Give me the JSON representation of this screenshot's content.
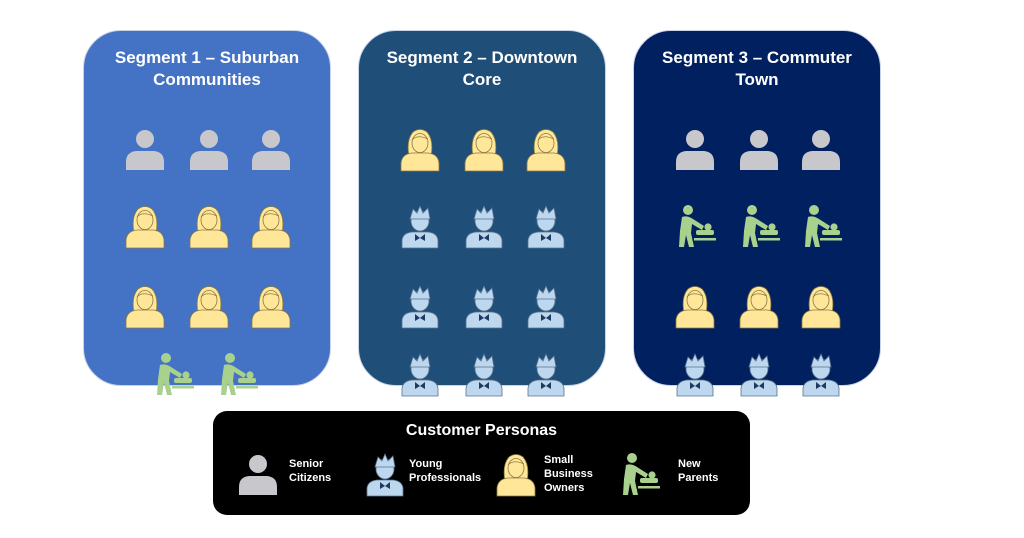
{
  "colors": {
    "segment_bgs": [
      "#4472c4",
      "#1f4e79",
      "#002060"
    ],
    "senior": "#c8c8cc",
    "young_professional": "#bdd7ee",
    "owner": "#ffe699",
    "parent": "#a9d18e"
  },
  "segments": [
    {
      "title": "Segment 1 – Suburban Communities",
      "rows": [
        [
          "senior",
          "senior",
          "senior"
        ],
        [
          "owner",
          "owner",
          "owner"
        ],
        [
          "owner",
          "owner",
          "owner"
        ],
        [
          "parent",
          "parent"
        ]
      ]
    },
    {
      "title": "Segment 2 – Downtown Core",
      "rows": [
        [
          "owner",
          "owner",
          "owner"
        ],
        [
          "young",
          "young",
          "young"
        ],
        [
          "young",
          "young",
          "young"
        ],
        [
          "young",
          "young",
          "young"
        ]
      ]
    },
    {
      "title": "Segment 3 – Commuter Town",
      "rows": [
        [
          "senior",
          "senior",
          "senior"
        ],
        [
          "parent",
          "parent",
          "parent"
        ],
        [
          "owner",
          "owner",
          "owner"
        ],
        [
          "young",
          "young",
          "young"
        ]
      ]
    }
  ],
  "legend": {
    "title": "Customer Personas",
    "items": [
      {
        "type": "senior",
        "label": "Senior Citizens"
      },
      {
        "type": "young",
        "label": "Young Professionals"
      },
      {
        "type": "owner",
        "label": "Small Business Owners"
      },
      {
        "type": "parent",
        "label": "New Parents"
      }
    ]
  }
}
